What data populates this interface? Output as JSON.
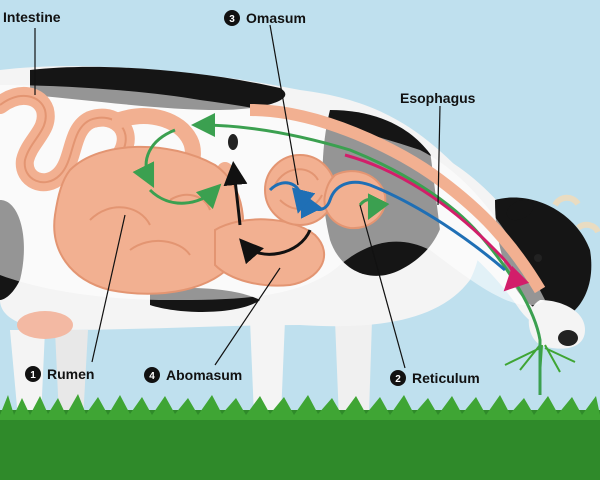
{
  "labels": {
    "intestine": "Intestine",
    "omasum": "Omasum",
    "omasum_num": "3",
    "esophagus": "Esophagus",
    "rumen": "Rumen",
    "rumen_num": "1",
    "abomasum": "Abomasum",
    "abomasum_num": "4",
    "reticulum": "Reticulum",
    "reticulum_num": "2"
  },
  "colors": {
    "sky": "#bfe0ee",
    "grass": "#2f8a2a",
    "cow_white": "#f4f4f4",
    "cow_black": "#151515",
    "stomach": "#f2b091",
    "stomach_dark": "#e39572",
    "arrow_green": "#3ba050",
    "arrow_red": "#d21e6a",
    "arrow_blue": "#1f6fb5",
    "arrow_black": "#111111"
  }
}
